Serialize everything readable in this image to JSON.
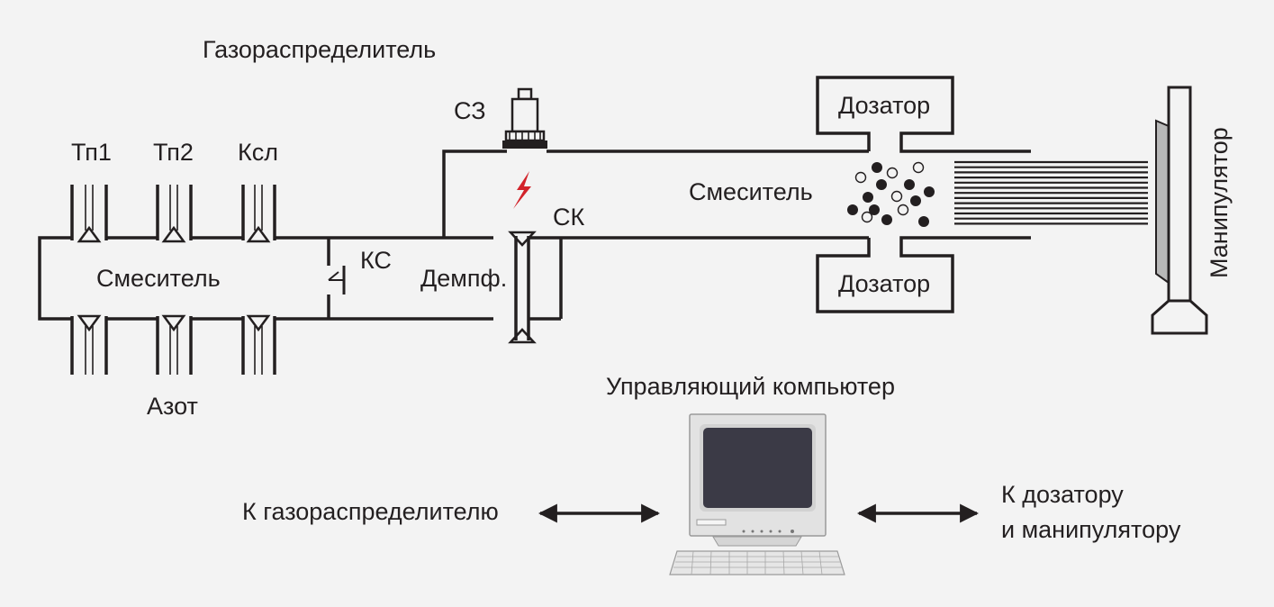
{
  "labels": {
    "gas_distributor": "Газораспределитель",
    "tp1": "Тп1",
    "tp2": "Тп2",
    "ksl": "Ксл",
    "mixer_left": "Смеситель",
    "nitrogen": "Азот",
    "ks": "КС",
    "damper": "Демпф.",
    "sz": "СЗ",
    "sk": "СК",
    "mixer_right": "Смеситель",
    "doser_top": "Дозатор",
    "doser_bottom": "Дозатор",
    "manipulator": "Манипулятор",
    "computer": "Управляющий компьютер",
    "to_gas_distributor": "К газораспределителю",
    "to_doser_line1": "К дозатору",
    "to_doser_line2": "и манипулятору"
  },
  "colors": {
    "background": "#f3f3f3",
    "line": "#231f20",
    "spark": "#d2232a",
    "screen": "#3b3a46",
    "monitor_body": "#e2e2e2"
  },
  "icons": {
    "spark": "lightning-bolt",
    "computer": "desktop-computer"
  }
}
